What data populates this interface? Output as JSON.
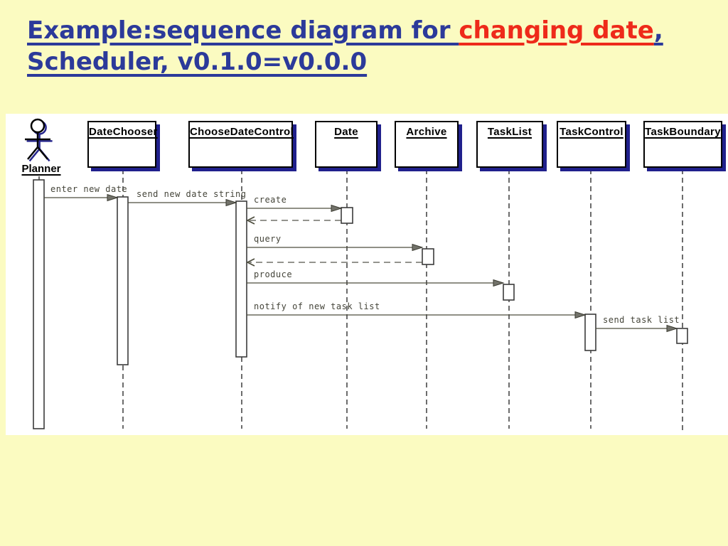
{
  "title": {
    "part1": "Example:sequence diagram for ",
    "part2": "changing date",
    "part3": ",",
    "part4": "Scheduler, v0.1.0=v0.0.0"
  },
  "colors": {
    "background": "#fbfbc1",
    "panel": "#ffffff",
    "title_blue": "#2c3a9a",
    "title_red": "#ee2a1a",
    "box_shadow_navy": "#20208c",
    "line_olive": "#4d4d3d",
    "msg_text": "#45453a",
    "lifeline_gray": "#3c3c3c"
  },
  "diagram": {
    "actor": {
      "name": "Planner",
      "icon": "stick-figure-icon"
    },
    "objects": [
      "DateChooser",
      "ChooseDateControl",
      "Date",
      "Archive",
      "TaskList",
      "TaskControl",
      "TaskBoundary"
    ],
    "messages": [
      {
        "label": "enter new date",
        "from": "Planner",
        "to": "DateChooser",
        "type": "sync"
      },
      {
        "label": "send new date string",
        "from": "DateChooser",
        "to": "ChooseDateControl",
        "type": "sync"
      },
      {
        "label": "create",
        "from": "ChooseDateControl",
        "to": "Date",
        "type": "sync"
      },
      {
        "label": "",
        "from": "Date",
        "to": "ChooseDateControl",
        "type": "return"
      },
      {
        "label": "query",
        "from": "ChooseDateControl",
        "to": "Archive",
        "type": "sync"
      },
      {
        "label": "",
        "from": "Archive",
        "to": "ChooseDateControl",
        "type": "return"
      },
      {
        "label": "produce",
        "from": "ChooseDateControl",
        "to": "TaskList",
        "type": "sync"
      },
      {
        "label": "notify of new task list",
        "from": "ChooseDateControl",
        "to": "TaskControl",
        "type": "sync"
      },
      {
        "label": "send task list",
        "from": "TaskControl",
        "to": "TaskBoundary",
        "type": "sync"
      }
    ]
  }
}
